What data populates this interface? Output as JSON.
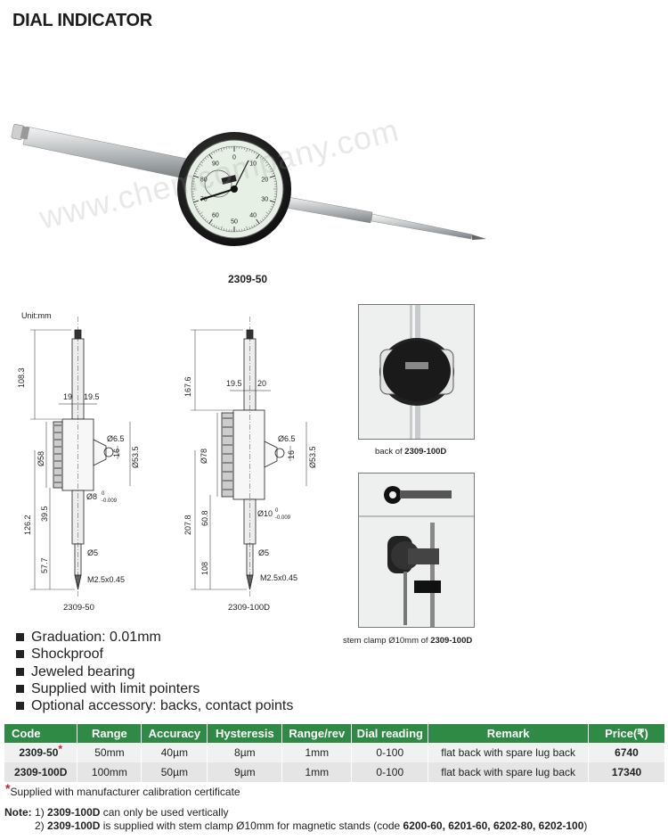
{
  "title": "DIAL INDICATOR",
  "watermark": "www.chemcompany.com",
  "hero": {
    "caption": "2309-50",
    "dial_numbers": [
      "10",
      "20",
      "30",
      "40",
      "50",
      "60",
      "70",
      "80",
      "90",
      "0"
    ]
  },
  "drawings": {
    "unit": "Unit:mm",
    "left": {
      "caption": "2309-50",
      "dims": {
        "top": "108.3",
        "w1": "19",
        "w2": "19.5",
        "dia58": "Ø58",
        "hole": "Ø6.5",
        "dia53": "Ø53.5",
        "d16": "16",
        "stem": "Ø8",
        "stem_tol_top": "0",
        "stem_tol_bot": "-0.009",
        "d39": "39.5",
        "d126": "126.2",
        "d57": "57.7",
        "d5": "Ø5",
        "thread": "M2.5x0.45"
      }
    },
    "right": {
      "caption": "2309-100D",
      "dims": {
        "top": "167.6",
        "w1": "19.5",
        "w2": "20",
        "dia78": "Ø78",
        "hole": "Ø6.5",
        "dia53": "Ø53.5",
        "d16": "16",
        "stem": "Ø10",
        "stem_tol_top": "0",
        "stem_tol_bot": "-0.009",
        "d60": "60.8",
        "d207": "207.8",
        "d108": "108",
        "d5": "Ø5",
        "thread": "M2.5x0.45"
      }
    }
  },
  "photos": {
    "back_caption_prefix": "back of ",
    "back_caption_code": "2309-100D",
    "clamp_caption_prefix": "stem clamp Ø10mm of ",
    "clamp_caption_code": "2309-100D"
  },
  "features": [
    "Graduation: 0.01mm",
    "Shockproof",
    "Jeweled bearing",
    "Supplied with limit pointers",
    "Optional accessory: backs, contact points"
  ],
  "table": {
    "headers": [
      "Code",
      "Range",
      "Accuracy",
      "Hysteresis",
      "Range/rev",
      "Dial reading",
      "Remark",
      "Price(₹)"
    ],
    "rows": [
      {
        "code": "2309-50",
        "star": "*",
        "range": "50mm",
        "accuracy": "40µm",
        "hysteresis": "8µm",
        "range_rev": "1mm",
        "dial": "0-100",
        "remark": "flat back with spare lug back",
        "price": "6740"
      },
      {
        "code": "2309-100D",
        "star": "",
        "range": "100mm",
        "accuracy": "50µm",
        "hysteresis": "9µm",
        "range_rev": "1mm",
        "dial": "0-100",
        "remark": "flat back with spare lug back",
        "price": "17340"
      }
    ]
  },
  "footnote": {
    "star": "*",
    "text": "Supplied with manufacturer calibration certificate"
  },
  "note": {
    "label": "Note:",
    "line1_num": "1)",
    "line1_code": "2309-100D",
    "line1_text": " can only be used vertically",
    "line2_num": "2)",
    "line2_code": "2309-100D",
    "line2_text": " is supplied with stem clamp Ø10mm for magnetic stands (code ",
    "line2_codes": "6200-60, 6201-60, 6202-80, 6202-100",
    "line2_end": ")"
  },
  "colors": {
    "table_header": "#2f8a46",
    "star": "#d21e1e",
    "dial_face": "#e6f0e4"
  }
}
